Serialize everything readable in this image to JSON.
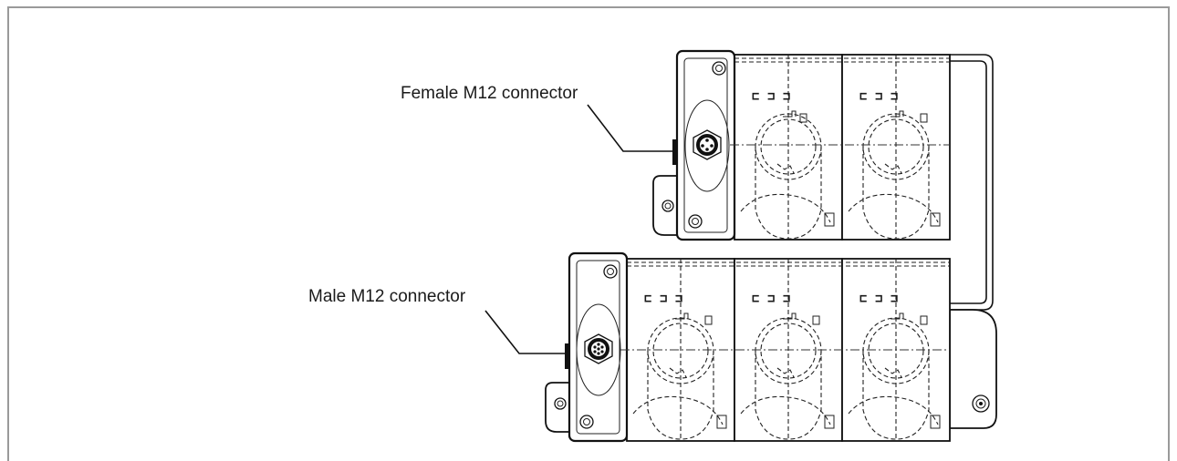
{
  "callouts": {
    "female": "Female M12 connector",
    "male": "Male M12 connector"
  },
  "colors": {
    "line": "#111111",
    "frame": "#9a9a9a",
    "background": "#ffffff"
  },
  "diagram": {
    "top_row_module_count": 2,
    "bottom_row_module_count": 3
  }
}
